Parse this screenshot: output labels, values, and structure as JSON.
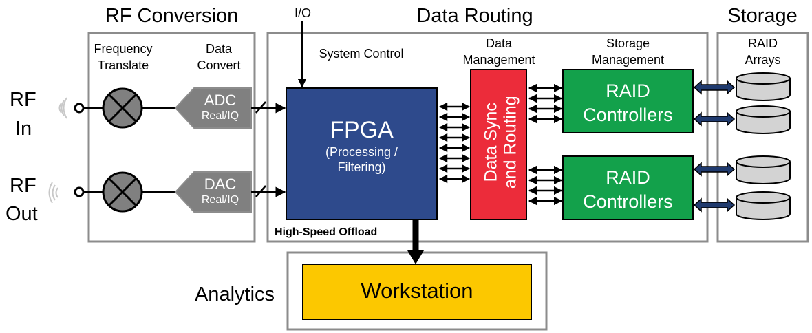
{
  "sections": {
    "rf_conversion": "RF Conversion",
    "data_routing": "Data Routing",
    "storage": "Storage",
    "analytics": "Analytics"
  },
  "labels": {
    "io": "I/O",
    "frequency_translate_1": "Frequency",
    "frequency_translate_2": "Translate",
    "data_convert_1": "Data",
    "data_convert_2": "Convert",
    "system_control": "System Control",
    "data_management_1": "Data",
    "data_management_2": "Management",
    "storage_management_1": "Storage",
    "storage_management_2": "Management",
    "raid_arrays_1": "RAID",
    "raid_arrays_2": "Arrays",
    "high_speed_offload": "High-Speed Offload",
    "rf_in_1": "RF",
    "rf_in_2": "In",
    "rf_out_1": "RF",
    "rf_out_2": "Out"
  },
  "blocks": {
    "adc_title": "ADC",
    "adc_sub": "Real/IQ",
    "dac_title": "DAC",
    "dac_sub": "Real/IQ",
    "fpga_title": "FPGA",
    "fpga_sub_1": "(Processing /",
    "fpga_sub_2": "Filtering)",
    "sync_1": "Data Sync",
    "sync_2": "and Routing",
    "raid_top_1": "RAID",
    "raid_top_2": "Controllers",
    "raid_bottom_1": "RAID",
    "raid_bottom_2": "Controllers",
    "workstation": "Workstation"
  },
  "colors": {
    "fpga": "#2e4a8c",
    "sync": "#ec2c3a",
    "raid": "#13a14b",
    "workstation": "#fcc800",
    "converter": "#808080",
    "disk": "#d3d3d3",
    "frame": "#8c8c8c",
    "link": "#1f3a6e"
  }
}
